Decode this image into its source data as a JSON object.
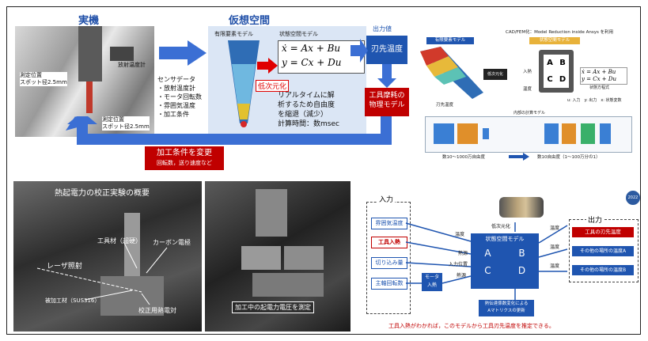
{
  "panel_top_left": {
    "title_real": "実機",
    "title_virtual": "仮想空間",
    "output_value_label": "出力値",
    "tool_tip_temp": "刃先温度",
    "radiation_thermometer": "放射温度計",
    "measure_pos_1": "測定位置\nスポット径2.5mm",
    "measure_pos_2": "測定位置\nスポット径2.5mm",
    "sensor_data": "センサデータ\n・放射温度計\n・モータ回転数\n・雰囲気温度\n・加工条件",
    "fem_model": "有限要素モデル",
    "state_space_model": "状態空間モデル",
    "eq1": "ẋ = Ax + Bu",
    "eq2": "y = Cx + Du",
    "reduction": "低次元化",
    "realtime_desc": "リアルタイムに解\n析するため自由度\nを縮退（減少）\n計算時間：数msec",
    "wear_model": "工具摩耗の\n物理モデル",
    "change_conditions": "加工条件を変更",
    "change_sub": "回転数，送り速度など"
  },
  "panel_top_right": {
    "header": "CAD/FEM化：Model Reduction inside Ansys を利用",
    "fem_label": "有限要素モデル",
    "ss_label": "状態空間モデル",
    "reduction": "低次元化",
    "input": "入熱",
    "temp": "温度",
    "matrix": [
      "A",
      "B",
      "C",
      "D"
    ],
    "eq1": "ẋ = Ax + Bu",
    "eq2": "y = Cx + Du",
    "state_eq": "状態方程式",
    "legend": "u: 入力　y: 出力　x: 状態変数",
    "tool_tip_temp": "刃先温度",
    "internal_calc": "内部の計算モデル",
    "dof_before": "数10～1000万自由度",
    "dof_after": "数10自由度（1～100万分の1）",
    "badge": "2022"
  },
  "panel_bottom_left": {
    "title": "熱起電力の校正実験の概要",
    "workpiece_tool": "工具材（超硬）",
    "carbon_electrode": "カーボン電極",
    "laser": "レーザ照射",
    "workpiece": "被加工材（SUS316）",
    "thermocouple": "校正用熱電対"
  },
  "panel_bottom_mid": {
    "caption": "加工中の起電力電圧を測定"
  },
  "panel_bottom_right": {
    "input_title": "入力",
    "output_title": "出力",
    "inputs": [
      "雰囲気温度",
      "工具入熱",
      "切り込み量",
      "主軸回転数"
    ],
    "motor_heat": "モータ\n入熱",
    "temp_label": "温度",
    "heat_label": "熱源",
    "pos_label": "入力位置",
    "heat_label2": "熱源",
    "reduction": "低次元化",
    "ss_model": "状態空間モデル",
    "matrix": [
      "A",
      "B",
      "C",
      "D"
    ],
    "outputs": [
      "工具の刃先温度",
      "その他の場所の温度A",
      "その他の場所の温度B"
    ],
    "out_temp_labels": [
      "温度",
      "温度",
      "温度"
    ],
    "update_box": "熱伝達係数変化による\nAマトリクスの更新",
    "footer": "工具入熱がわかれば，このモデルから工具刃先温度を推定できる。"
  },
  "colors": {
    "blue": "#1f55b0",
    "red": "#c00000",
    "arrow": "#3b6fd4"
  }
}
